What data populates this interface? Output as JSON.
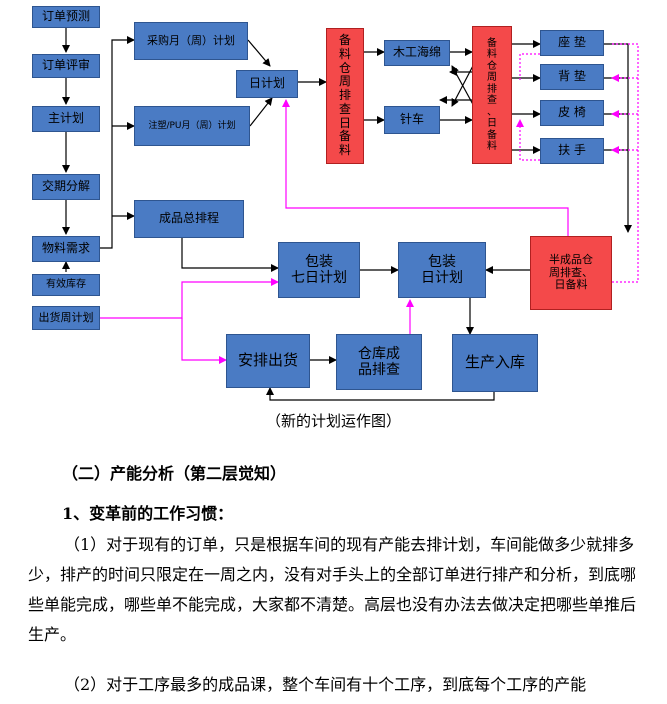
{
  "diagram": {
    "boxes": {
      "order_forecast": "订单预测",
      "order_review": "订单评审",
      "master_plan": "主计划",
      "delivery_breakdown": "交期分解",
      "material_demand": "物料需求",
      "valid_inventory": "有效库存",
      "shipment_week_plan": "出货周计划",
      "purchase_plan": "采购月（周）计划",
      "injection_plan": "注塑/PU月（周）计划",
      "daily_plan": "日计划",
      "finished_master": "成品总排程",
      "stock_red_1": "备\n料\n仓\n周\n排\n查\n日\n备\n料",
      "woodwork_sponge": "木工海绵",
      "sewing": "针车",
      "stock_red_2": "备\n料\n仓\n周\n排\n查\n、\n日\n备\n料",
      "seat_cushion": "座  垫",
      "back_cushion": "背  垫",
      "leather_chair": "皮  椅",
      "armrest": "扶  手",
      "semi_finished": "半成品仓\n周排查、\n日备料",
      "pack_seven_day": "包装\n七日计划",
      "pack_daily": "包装\n日计划",
      "arrange_shipment": "安排出货",
      "warehouse_schedule": "仓库成\n品排查",
      "production_in": "生产入库"
    },
    "colors": {
      "blue": "#4a7bc4",
      "red": "#f4494a",
      "magenta": "#ff00ff",
      "line": "#000000"
    }
  },
  "caption": "（新的计划运作图）",
  "section": {
    "heading": "（二）产能分析（第二层觉知）",
    "subheading": "1、变革前的工作习惯：",
    "paragraphs": [
      "（1）对于现有的订单，只是根据车间的现有产能去排计划，车间能做多少就排多少，排产的时间只限定在一周之内，没有对手头上的全部订单进行排产和分析，到底哪些单能完成，哪些单不能完成，大家都不清楚。高层也没有办法去做决定把哪些单推后生产。",
      "（2）对于工序最多的成品课，整个车间有十个工序，到底每个工序的产能"
    ]
  }
}
